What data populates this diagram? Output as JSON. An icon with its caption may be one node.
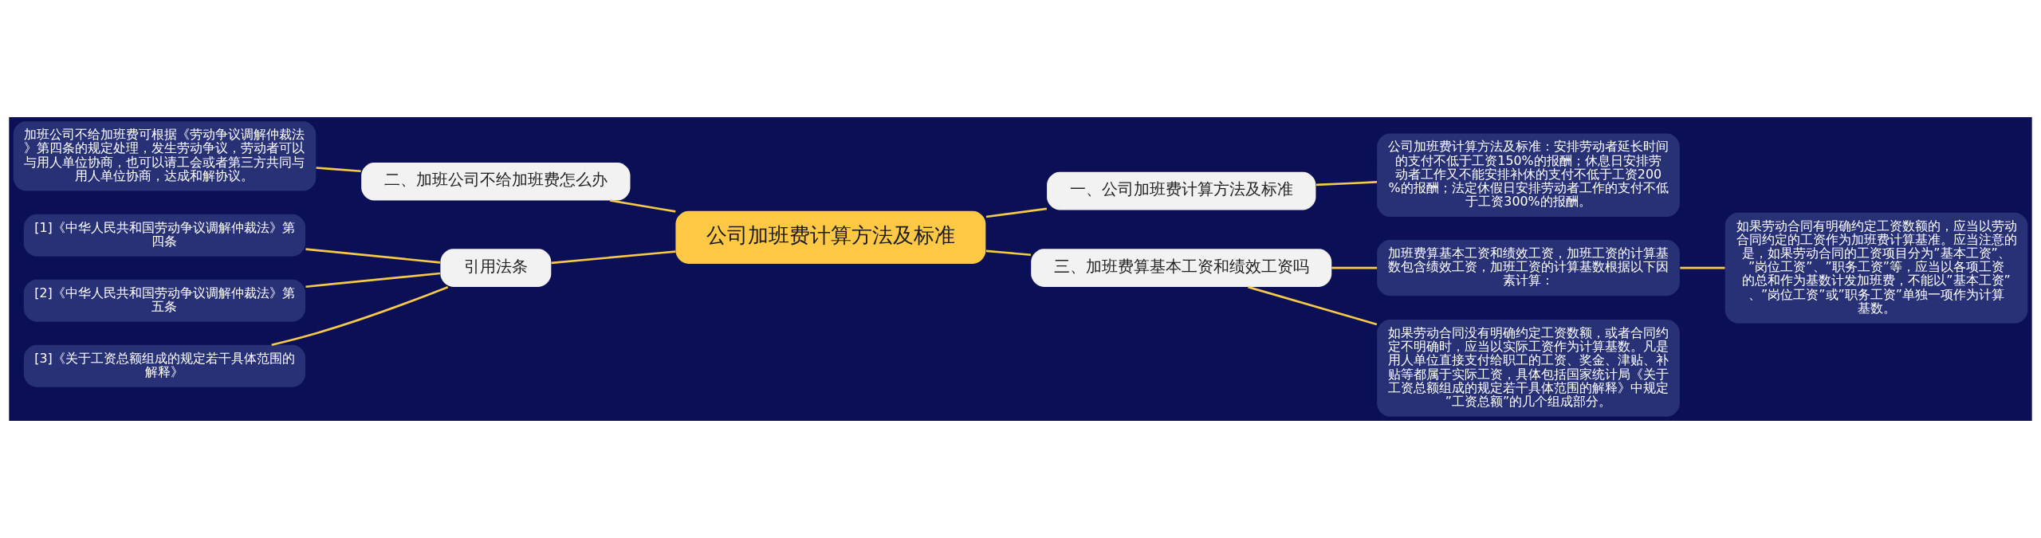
{
  "diagram": {
    "nodes": [
      {
        "text": [
          "公司加班费计算方法及标准"
        ]
      },
      {
        "text": [
          "一、公司加班费计算方法及标准"
        ]
      },
      {
        "text": [
          "公司加班费计算方法及标准：安排劳动者延长时间的支付不低于工资150%的报酬；休息日安排劳动者工作又不能安排补休的支付不低于工资200%的报酬；法定休假日安排劳动者工作的支付不低于工资300%的报酬。"
        ]
      },
      {
        "text": [
          "二、加班公司不给加班费怎么办"
        ]
      },
      {
        "text": [
          "加班公司不给加班费可根据《劳动争议调解仲裁法》第四条的规定处理，发生劳动争议，劳动者可以与用人单位协商，也可以请工会或者第三方共同与用人单位协商，达成和解协议。"
        ]
      },
      {
        "text": [
          "三、加班费算基本工资和绩效工资吗"
        ]
      },
      {
        "text": [
          "加班费算基本工资和绩效工资，加班工资的计算基数包含绩效工资，加班工资的计算基数根据以下因素计算："
        ]
      },
      {
        "text": [
          "如果劳动合同有明确约定工资数额的，应当以劳动合同约定的工资作为加班费计算基准。应当注意的是，如果劳动合同的工资项目分为”基本工资”、”岗位工资”、”职务工资”等，应当以各项工资的总和作为基数计发加班费，不能以”基本工资”、”岗位工资”或”职务工资”单独一项作为计算基数。"
        ]
      },
      {
        "text": [
          "如果劳动合同没有明确约定工资数额，或者合同约定不明确时，应当以实际工资作为计算基数。凡是用人单位直接支付给职工的工资、奖金、津贴、补贴等都属于实际工资，具体包括国家统计局《关于工资总额组成的规定若干具体范围的解释》中规定”工资总额”的几个组成部分。"
        ]
      },
      {
        "text": [
          "引用法条"
        ]
      },
      {
        "text": [
          "[1]《中华人民共和国劳动争议调解仲裁法》第四条"
        ]
      },
      {
        "text": [
          "[2]《中华人民共和国劳动争议调解仲裁法》第五条"
        ]
      },
      {
        "text": [
          "[3]《关于工资总额组成的规定若干具体范围的解释》"
        ]
      }
    ],
    "edges": [
      {
        "from": 0,
        "to": 1,
        "arrow": "none"
      },
      {
        "from": 1,
        "to": 2,
        "arrow": "none"
      },
      {
        "from": 3,
        "to": 0,
        "arrow": "none"
      },
      {
        "from": 4,
        "to": 3,
        "arrow": "none"
      },
      {
        "from": 0,
        "to": 5,
        "arrow": "none"
      },
      {
        "from": 5,
        "to": 6,
        "arrow": "none"
      },
      {
        "from": 6,
        "to": 7,
        "arrow": "none"
      },
      {
        "from": 5,
        "to": 8,
        "arrow": "none"
      },
      {
        "from": 9,
        "to": 0,
        "arrow": "none"
      },
      {
        "from": 10,
        "to": 9,
        "arrow": "none"
      },
      {
        "from": 11,
        "to": 9,
        "arrow": "none"
      },
      {
        "from": 12,
        "to": 9,
        "arrow": "none"
      }
    ]
  }
}
